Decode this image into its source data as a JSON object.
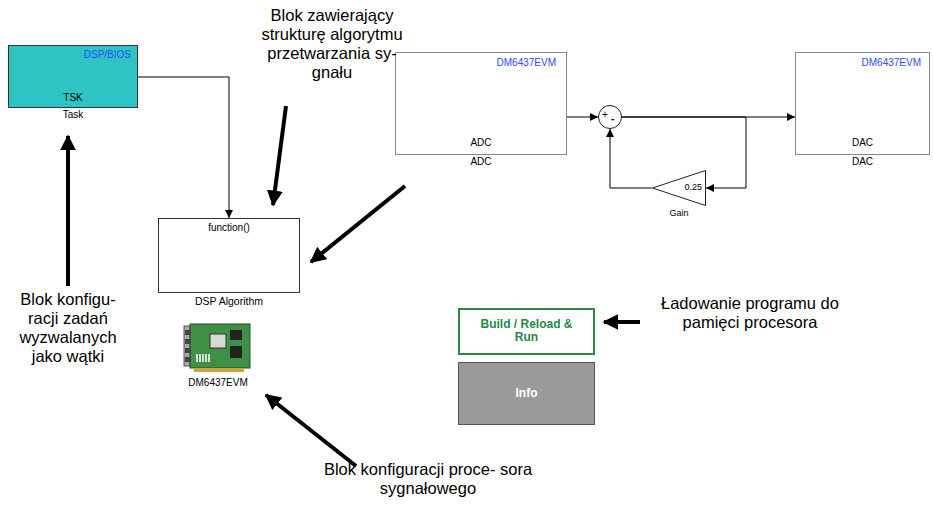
{
  "diagram": {
    "nodes": [
      {
        "text": [
          "DSP/BIOS",
          "TSK",
          "Task"
        ]
      },
      {
        "text": [
          "DM6437EVM",
          "ADC",
          "ADC"
        ]
      },
      {
        "text": [
          "+",
          "-"
        ]
      },
      {
        "text": [
          "DM6437EVM",
          "DAC",
          "DAC"
        ]
      },
      {
        "text": [
          "0.25",
          "Gain"
        ]
      },
      {
        "text": [
          "function()",
          "DSP Algorithm"
        ]
      },
      {
        "text": [
          "Build / Reload & Run"
        ]
      },
      {
        "text": [
          "Info"
        ]
      },
      {
        "text": [
          "DM6437EVM"
        ]
      }
    ],
    "edges": [
      {
        "from": 0,
        "to": 5,
        "arrow": "to"
      },
      {
        "from": 1,
        "to": 2,
        "arrow": "to"
      },
      {
        "from": 2,
        "to": 3,
        "arrow": "to"
      },
      {
        "from": 2,
        "to": 4,
        "arrow": "to"
      },
      {
        "from": 4,
        "to": 2,
        "arrow": "to"
      }
    ],
    "labels": [
      "Blok zawierający strukturę algorytmu przetwarzania sy- gnału",
      "Blok konfigu- racji zadań wyzwalanych jako wątki",
      "Ładowanie programu do pamięci procesora",
      "Blok konfiguracji proce- sora sygnałowego"
    ]
  }
}
